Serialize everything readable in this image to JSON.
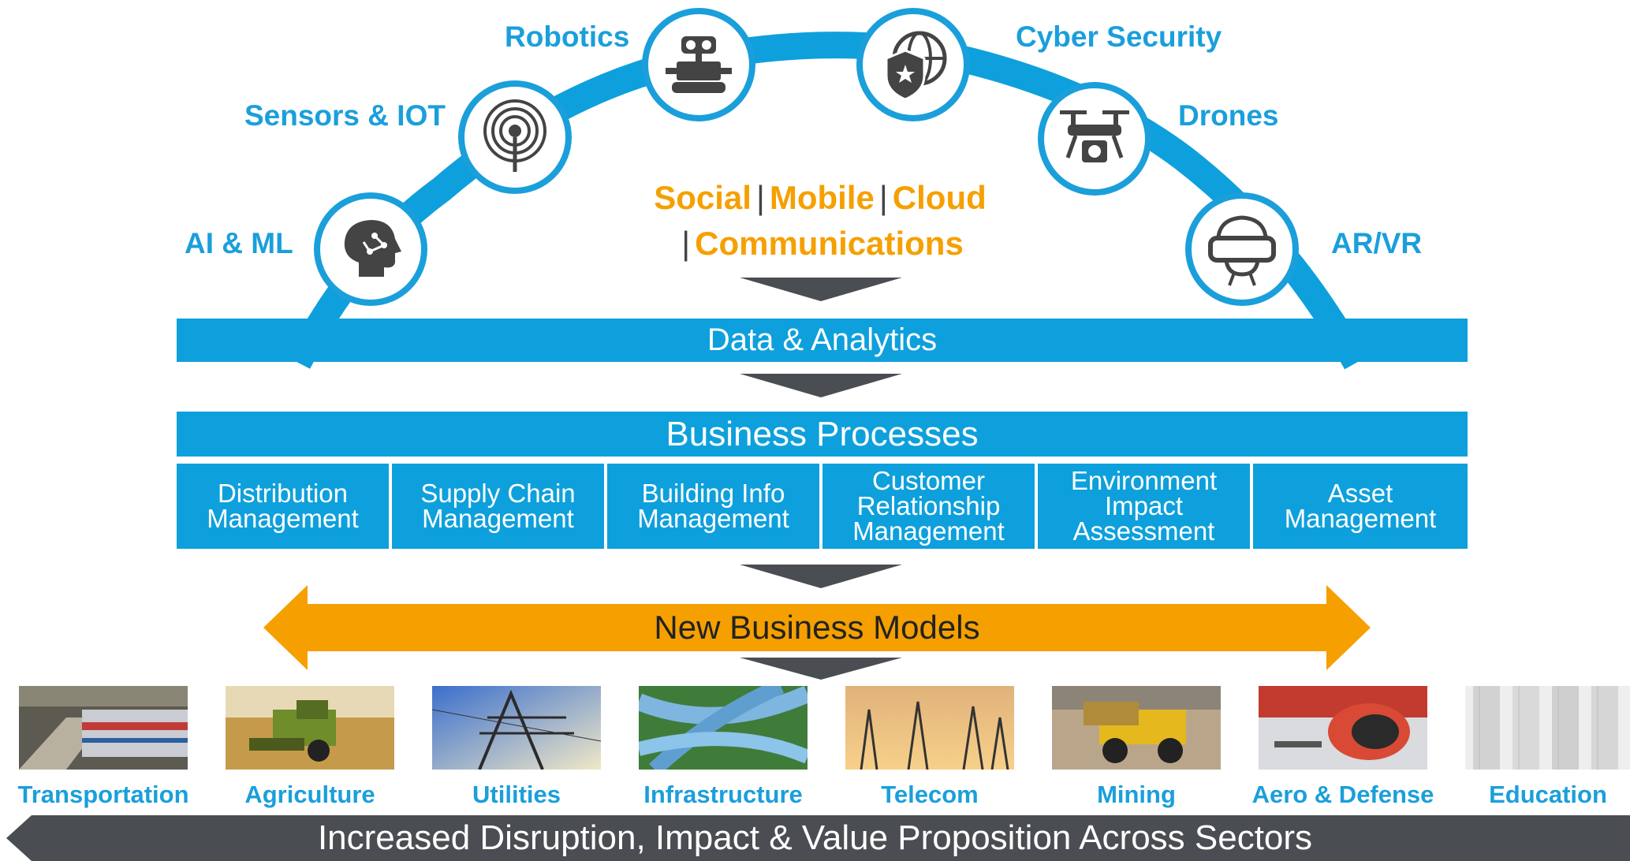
{
  "technologies": [
    {
      "label": "AI & ML",
      "icon": "ai-head-icon"
    },
    {
      "label": "Sensors & IOT",
      "icon": "antenna-signal-icon"
    },
    {
      "label": "Robotics",
      "icon": "robot-icon"
    },
    {
      "label": "Cyber Security",
      "icon": "shield-globe-icon"
    },
    {
      "label": "Drones",
      "icon": "drone-icon"
    },
    {
      "label": "AR/VR",
      "icon": "vr-headset-icon"
    }
  ],
  "center_words": {
    "social": "Social",
    "mobile": "Mobile",
    "cloud": "Cloud",
    "communications": "Communications",
    "separator": "|"
  },
  "data_analytics": "Data & Analytics",
  "business_processes": {
    "title": "Business Processes",
    "items": [
      "Distribution\nManagement",
      "Supply Chain\nManagement",
      "Building Info\nManagement",
      "Customer\nRelationship\nManagement",
      "Environment\nImpact\nAssessment",
      "Asset\nManagement"
    ]
  },
  "new_business_models": "New Business Models",
  "sectors": [
    {
      "label": "Transportation",
      "icon": "train-photo"
    },
    {
      "label": "Agriculture",
      "icon": "harvester-photo"
    },
    {
      "label": "Utilities",
      "icon": "power-tower-photo"
    },
    {
      "label": "Infrastructure",
      "icon": "highway-photo"
    },
    {
      "label": "Telecom",
      "icon": "telecom-tower-photo"
    },
    {
      "label": "Mining",
      "icon": "mining-truck-photo"
    },
    {
      "label": "Aero & Defense",
      "icon": "jet-engine-photo"
    },
    {
      "label": "Education",
      "icon": "columns-photo"
    }
  ],
  "footer": "Increased Disruption, Impact & Value Proposition Across Sectors",
  "colors": {
    "blue": "#0ea0dc",
    "label_blue": "#1a9fdb",
    "orange": "#f5a000",
    "dark_gray": "#4a4d52"
  }
}
